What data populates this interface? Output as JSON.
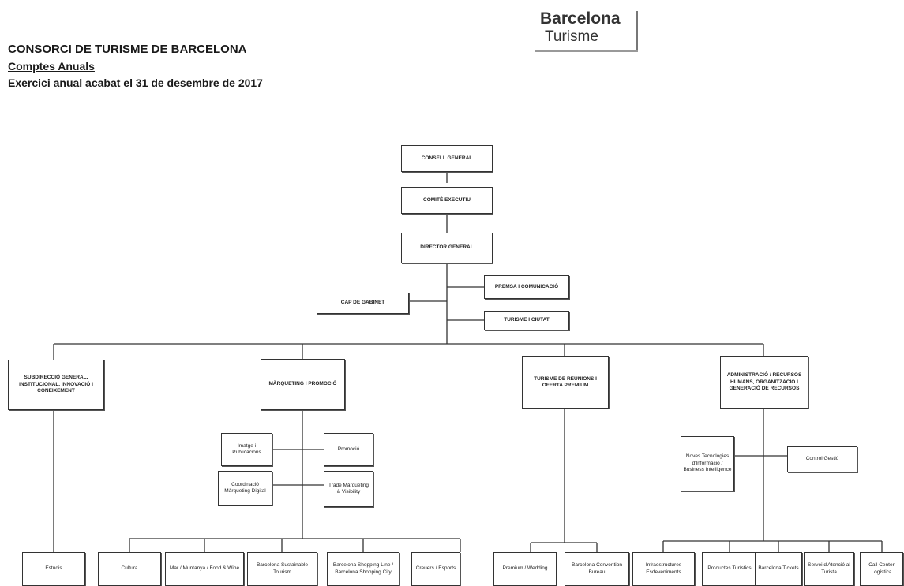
{
  "header": {
    "title": "CONSORCI DE TURISME DE BARCELONA",
    "subtitle": "Comptes Anuals",
    "period": "Exercici anual acabat el 31 de desembre de 2017"
  },
  "logo": {
    "line1": "Barcelona",
    "line2": "Turisme"
  },
  "org": {
    "consell_general": "CONSELL GENERAL",
    "comite_executiu": "COMITÈ EXECUTIU",
    "director_general": "DIRECTOR GENERAL",
    "cap_gabinet": "CAP DE GABINET",
    "premsa": "PREMSA I COMUNICACIÓ",
    "turisme_ciutat": "TURISME I CIUTAT",
    "subdireccio": "SUBDIRECCIÓ GENERAL, INSTITUCIONAL, INNOVACIÓ I CONEIXEMENT",
    "marqueting": "MÀRQUETING I PROMOCIÓ",
    "reunions": "TURISME DE REUNIONS I OFERTA PREMIUM",
    "administracio": "ADMINISTRACIÓ / RECURSOS HUMANS, ORGANITZACIÓ I GENERACIÓ DE RECURSOS",
    "imatge": "Imatge i Publicacions",
    "promocio": "Promoció",
    "coordinacio": "Coordinació Màrqueting Digital",
    "trade": "Trade Màrqueting & Visibility",
    "noves_tecnologies": "Noves Tecnologies d'Informació / Business Intelligence",
    "control_gestio": "Control Gestió",
    "estudis": "Estudis",
    "cultura": "Cultura",
    "mar_muntanya": "Mar / Muntanya / Food & Wine",
    "sustainable": "Barcelona Sustainable Tourism",
    "shopping": "Barcelona Shopping Line / Barcelona Shopping City",
    "creuers": "Creuers / Esports",
    "premium": "Premium / Wedding",
    "convention": "Barcelona Convention Bureau",
    "infraestructures": "Infraestructures Esdeveniments",
    "productes": "Productes Turístics",
    "tickets": "Barcelona Tickets",
    "servei": "Servei d'Atenció al Turista",
    "call_center": "Call Center Logística"
  }
}
